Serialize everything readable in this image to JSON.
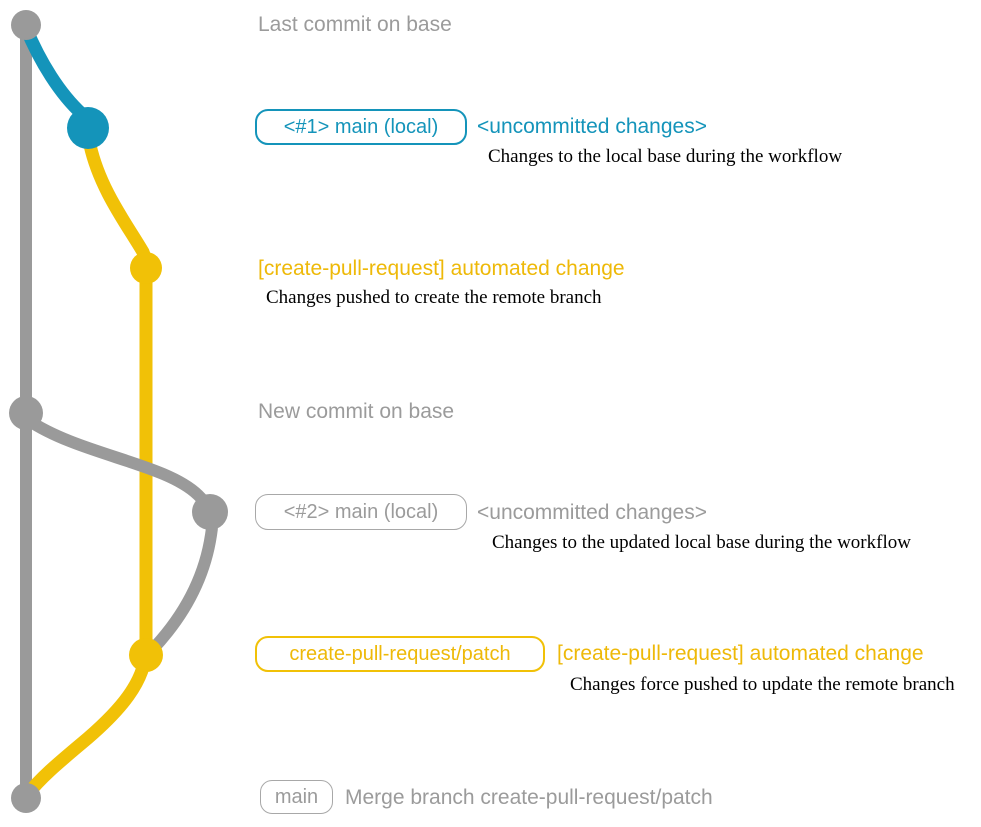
{
  "colors": {
    "gray": "#9a9a9a",
    "teal": "#1494ba",
    "yellow": "#f1c107",
    "note_text": "#000000",
    "gray_text": "#9b9b9b"
  },
  "graph": {
    "branches": [
      {
        "name": "base",
        "color": "#9a9a9a"
      },
      {
        "name": "main-local",
        "color": "#1494ba"
      },
      {
        "name": "create-pull-request-patch",
        "color": "#f1c107"
      }
    ],
    "nodes": [
      {
        "name": "last-commit-on-base",
        "branch": "base"
      },
      {
        "name": "uncommitted-changes-1",
        "branch": "main-local"
      },
      {
        "name": "automated-change-1",
        "branch": "create-pull-request-patch"
      },
      {
        "name": "new-commit-on-base",
        "branch": "base"
      },
      {
        "name": "uncommitted-changes-2",
        "branch": "main-local"
      },
      {
        "name": "automated-change-2",
        "branch": "create-pull-request-patch"
      },
      {
        "name": "merge-commit",
        "branch": "base"
      }
    ]
  },
  "rows": {
    "last_commit": {
      "label": "Last commit on base"
    },
    "commit1": {
      "tag": "<#1> main (local)",
      "status": "<uncommitted changes>",
      "note": "Changes to the local base during the workflow"
    },
    "push1": {
      "label": "[create-pull-request] automated change",
      "note": "Changes pushed to create the remote branch"
    },
    "new_commit": {
      "label": "New commit on base"
    },
    "commit2": {
      "tag": "<#2> main (local)",
      "status": "<uncommitted changes>",
      "note": "Changes to the updated local base during the workflow"
    },
    "push2": {
      "tag": "create-pull-request/patch",
      "label": "[create-pull-request] automated change",
      "note": "Changes force pushed to update the remote branch"
    },
    "merge": {
      "tag": "main",
      "label": "Merge branch create-pull-request/patch"
    }
  }
}
